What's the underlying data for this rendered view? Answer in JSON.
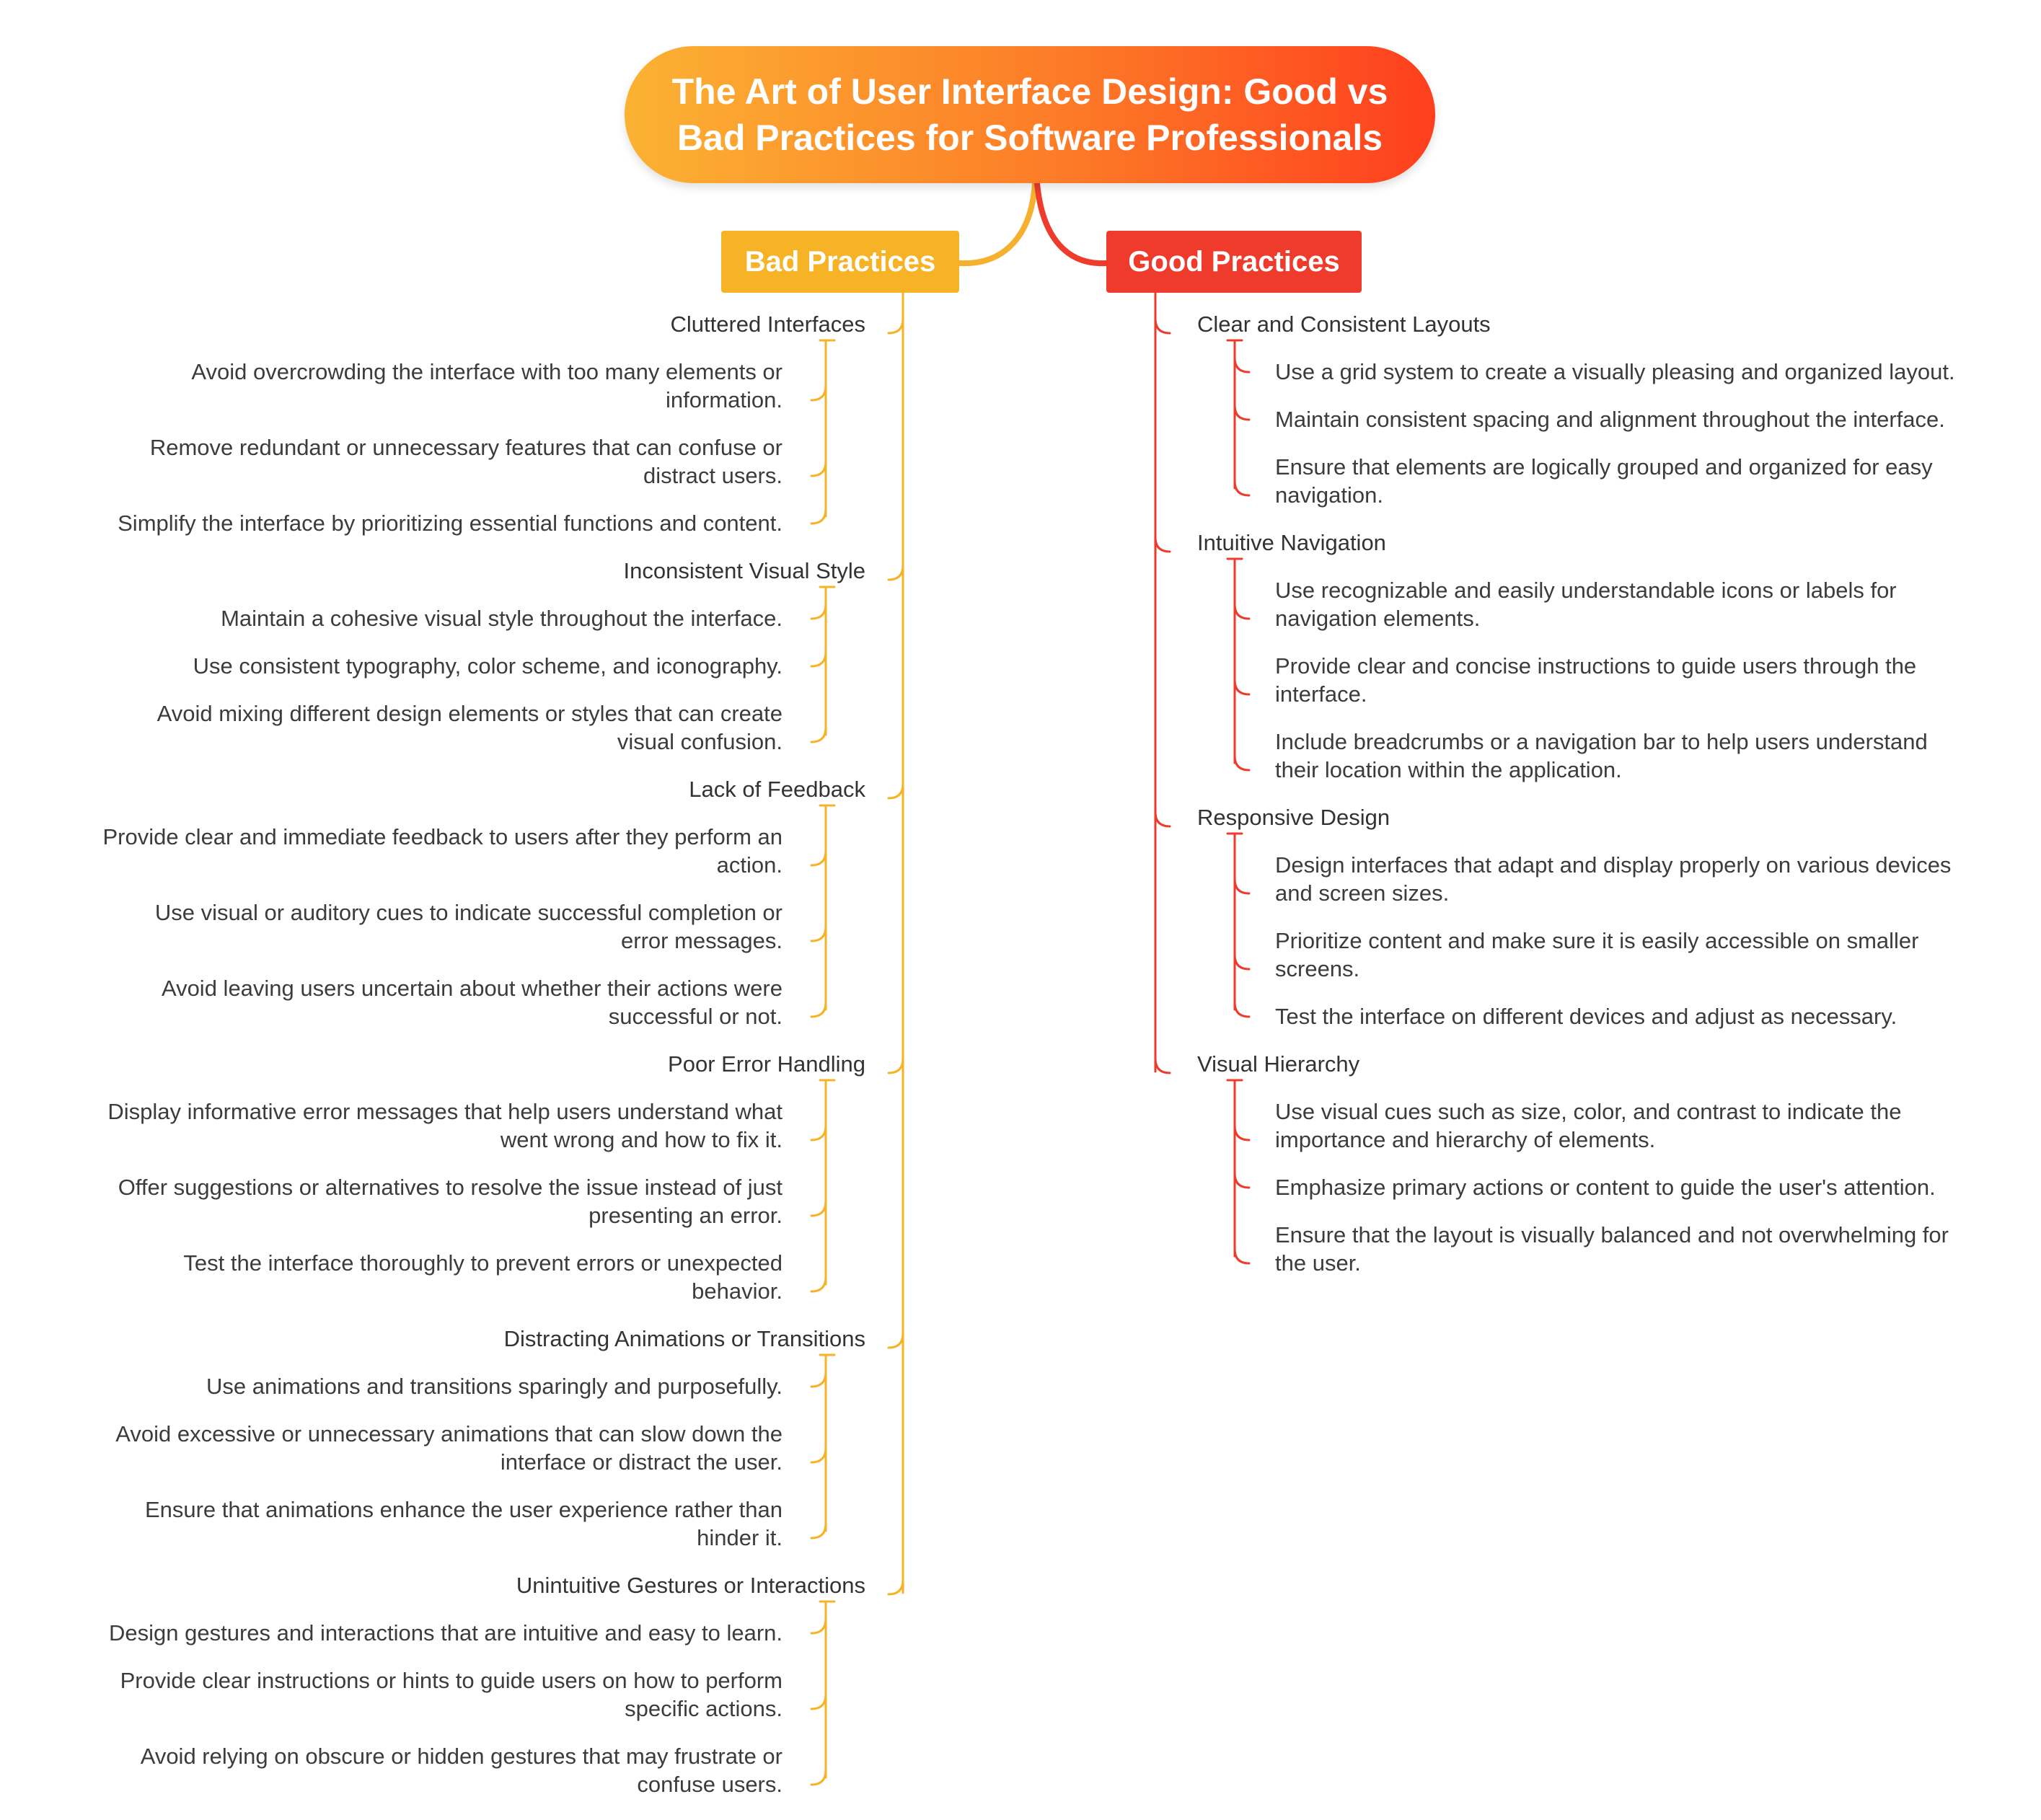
{
  "title": "The Art of User Interface Design: Good vs\nBad Practices for Software Professionals",
  "colors": {
    "bad": "#f5b325",
    "good": "#ee3b2c",
    "root_start": "#fbb233",
    "root_end": "#fe3f1e"
  },
  "bad": {
    "label": "Bad Practices",
    "topics": [
      {
        "label": "Cluttered Interfaces",
        "items": [
          "Avoid overcrowding the interface with too many elements or\ninformation.",
          "Remove redundant or unnecessary features that can confuse or\ndistract users.",
          "Simplify the interface by prioritizing essential functions and content."
        ]
      },
      {
        "label": "Inconsistent Visual Style",
        "items": [
          "Maintain a cohesive visual style throughout the interface.",
          "Use consistent typography, color scheme, and iconography.",
          "Avoid mixing different design elements or styles that can create\nvisual confusion."
        ]
      },
      {
        "label": "Lack of Feedback",
        "items": [
          "Provide clear and immediate feedback to users after they perform an\naction.",
          "Use visual or auditory cues to indicate successful completion or\nerror messages.",
          "Avoid leaving users uncertain about whether their actions were\nsuccessful or not."
        ]
      },
      {
        "label": "Poor Error Handling",
        "items": [
          "Display informative error messages that help users understand what\nwent wrong and how to fix it.",
          "Offer suggestions or alternatives to resolve the issue instead of just\npresenting an error.",
          "Test the interface thoroughly to prevent errors or unexpected\nbehavior."
        ]
      },
      {
        "label": "Distracting Animations or Transitions",
        "items": [
          "Use animations and transitions sparingly and purposefully.",
          "Avoid excessive or unnecessary animations that can slow down the\ninterface or distract the user.",
          "Ensure that animations enhance the user experience rather than\nhinder it."
        ]
      },
      {
        "label": "Unintuitive Gestures or Interactions",
        "items": [
          "Design gestures and interactions that are intuitive and easy to learn.",
          "Provide clear instructions or hints to guide users on how to perform\nspecific actions.",
          "Avoid relying on obscure or hidden gestures that may frustrate or\nconfuse users."
        ]
      }
    ]
  },
  "good": {
    "label": "Good Practices",
    "topics": [
      {
        "label": "Clear and Consistent Layouts",
        "items": [
          "Use a grid system to create a visually pleasing and organized layout.",
          "Maintain consistent spacing and alignment throughout the interface.",
          "Ensure that elements are logically grouped and organized for easy\nnavigation."
        ]
      },
      {
        "label": "Intuitive Navigation",
        "items": [
          "Use recognizable and easily understandable icons or labels for\nnavigation elements.",
          "Provide clear and concise instructions to guide users through the\ninterface.",
          "Include breadcrumbs or a navigation bar to help users understand\ntheir location within the application."
        ]
      },
      {
        "label": "Responsive Design",
        "items": [
          "Design interfaces that adapt and display properly on various devices\nand screen sizes.",
          "Prioritize content and make sure it is easily accessible on smaller\nscreens.",
          "Test the interface on different devices and adjust as necessary."
        ]
      },
      {
        "label": "Visual Hierarchy",
        "items": [
          "Use visual cues such as size, color, and contrast to indicate the\nimportance and hierarchy of elements.",
          "Emphasize primary actions or content to guide the user's attention.",
          "Ensure that the layout is visually balanced and not overwhelming for\nthe user."
        ]
      }
    ]
  }
}
